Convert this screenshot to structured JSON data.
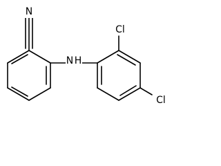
{
  "molecule": {
    "atom_labels": {
      "nitrogen_nitrile": "N",
      "amine": "N",
      "amine_h": "H",
      "chlorine_2": "Cl",
      "chlorine_4": "Cl"
    }
  }
}
